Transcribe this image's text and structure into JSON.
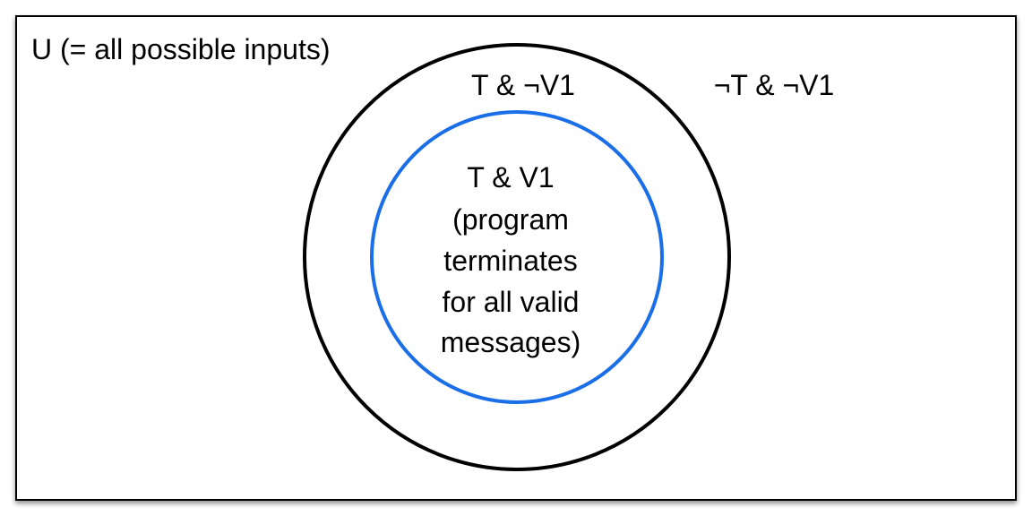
{
  "diagram": {
    "universe_label": "U (= all possible inputs)",
    "outer_region_label": "¬T & ¬V1",
    "t_region_label": "T & ¬V1",
    "inner_region": {
      "lines": [
        "T & V1",
        "(program",
        "terminates",
        "for all valid",
        "messages)"
      ]
    }
  },
  "colors": {
    "background": "#ffffff",
    "universe_border": "#000000",
    "t_circle": "#000000",
    "v1_circle": "#1a6ee8",
    "text": "#000000"
  }
}
